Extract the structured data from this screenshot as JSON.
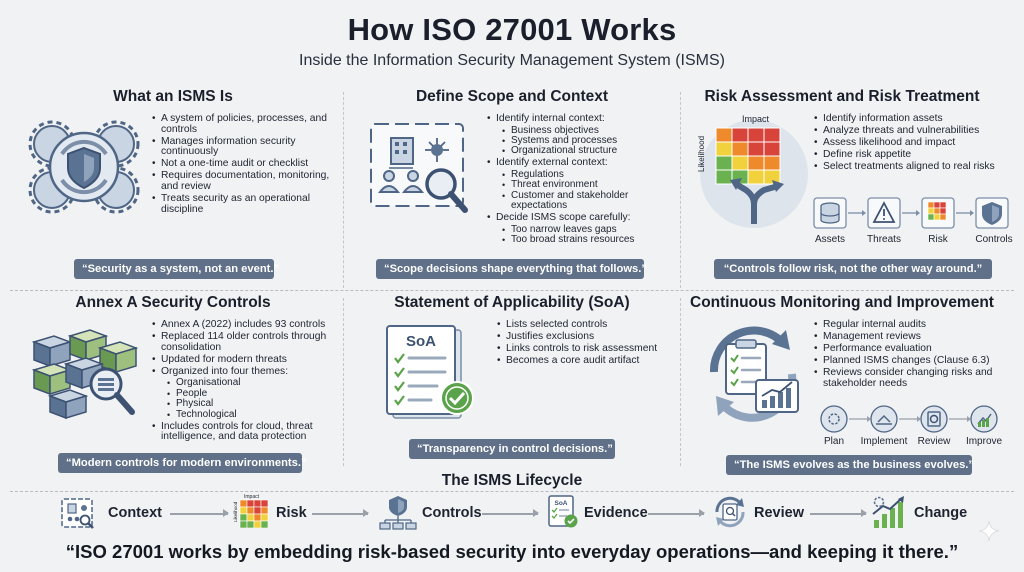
{
  "title": "How ISO 27001 Works",
  "subtitle": "Inside the Information Security Management System (ISMS)",
  "panels": {
    "isms": {
      "title": "What an ISMS Is",
      "bullets": [
        "A system of policies, processes, and controls",
        "Manages information security continuously",
        "Not a one-time audit or checklist",
        "Requires documentation, monitoring, and review",
        "Treats security as an operational discipline"
      ],
      "quote": "“Security as a system, not an event.”"
    },
    "scope": {
      "title": "Define Scope and Context",
      "internal_label": "Identify internal context:",
      "internal": [
        "Business objectives",
        "Systems and processes",
        "Organizational structure"
      ],
      "external_label": "Identify external context:",
      "external": [
        "Regulations",
        "Threat environment",
        "Customer and stakeholder expectations"
      ],
      "scope_label": "Decide ISMS scope carefully:",
      "scope_items": [
        "Too narrow leaves gaps",
        "Too broad strains resources"
      ],
      "quote": "“Scope decisions shape everything that follows.”"
    },
    "risk": {
      "title": "Risk Assessment and Risk Treatment",
      "matrix_top_label": "Impact",
      "matrix_side_label": "Likelihood",
      "bullets": [
        "Identify information assets",
        "Analyze threats and vulnerabilities",
        "Assess likelihood and impact",
        "Define risk appetite",
        "Select treatments aligned to real risks"
      ],
      "flow": [
        "Assets",
        "Threats",
        "Risk",
        "Controls"
      ],
      "quote": "“Controls follow risk, not the other way around.”"
    },
    "annex": {
      "title": "Annex A Security Controls",
      "b1": "Annex A (2022) includes 93 controls",
      "b2": "Replaced 114 older controls through consolidation",
      "b3": "Updated for modern threats",
      "b4": "Organized into four themes:",
      "themes": [
        "Organisational",
        "People",
        "Physical",
        "Technological"
      ],
      "b5": "Includes controls for cloud, threat intelligence, and data protection",
      "quote": "“Modern controls for modern environments.”"
    },
    "soa": {
      "title": "Statement of Applicability (SoA)",
      "doc_label": "SoA",
      "bullets": [
        "Lists selected controls",
        "Justifies exclusions",
        "Links controls to risk assessment",
        "Becomes a core audit artifact"
      ],
      "quote": "“Transparency in control decisions.”"
    },
    "monitor": {
      "title": "Continuous Monitoring and Improvement",
      "bullets": [
        "Regular internal audits",
        "Management reviews",
        "Performance evaluation",
        "Planned ISMS changes (Clause 6.3)",
        "Reviews consider changing risks and stakeholder needs"
      ],
      "cycle": [
        "Plan",
        "Implement",
        "Review",
        "Improve"
      ],
      "quote": "“The ISMS evolves as the business evolves.”"
    }
  },
  "lifecycle": {
    "title": "The ISMS Lifecycle",
    "risk_icon_label": "Impact",
    "risk_icon_side": "Likelihood",
    "soa_icon_label": "SoA",
    "steps": [
      "Context",
      "Risk",
      "Controls",
      "Evidence",
      "Review",
      "Change"
    ]
  },
  "footer": "“ISO 27001 works by embedding risk-based security into everyday operations—and keeping it there.”",
  "colors": {
    "background": "#f1f2f3",
    "quote_bg": "#5f7088",
    "icon_blue": "#5b7393",
    "icon_light": "#c9d5e3",
    "risk_red": "#d8443a",
    "risk_orange": "#ef8a2c",
    "risk_yellow": "#f2d23c",
    "risk_green": "#6ab150",
    "check_green": "#5aa34a"
  }
}
